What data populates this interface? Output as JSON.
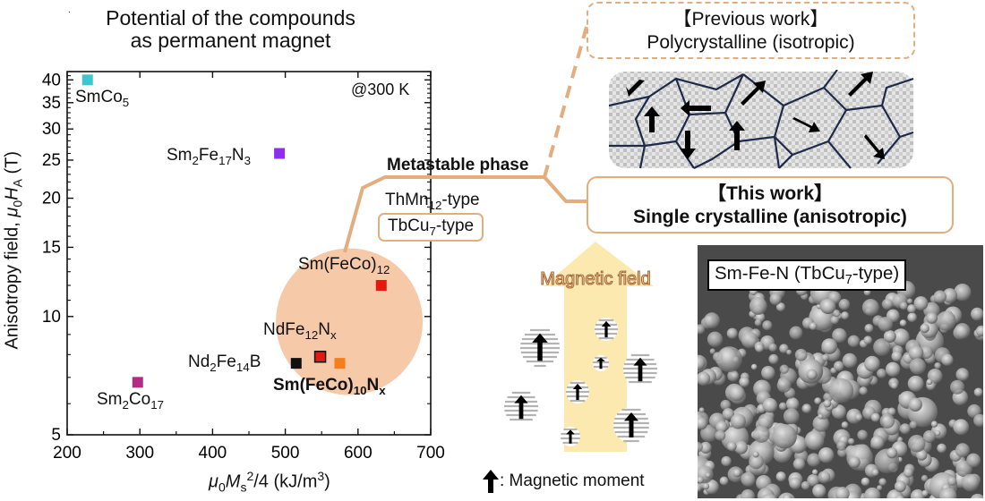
{
  "chart_data": {
    "type": "scatter",
    "title": "Potential of the compounds as permanent magnet",
    "title_lines": [
      "Potential of the compounds",
      "as permanent magnet"
    ],
    "xlabel": "μ0Ms²/4 (kJ/m³)",
    "ylabel": "Anisotropy field, μ0HA (T)",
    "xlim": [
      200,
      700
    ],
    "ylim": [
      5,
      42
    ],
    "y_scale": "log",
    "x_ticks": [
      200,
      300,
      400,
      500,
      600,
      700
    ],
    "y_ticks": [
      5,
      10,
      15,
      20,
      25,
      30,
      35,
      40
    ],
    "annotation": "@300 K",
    "points": [
      {
        "label": "SmCo5",
        "label_main": "SmCo",
        "label_sub": "5",
        "x": 228,
        "y": 40,
        "color": "#3cc6cf"
      },
      {
        "label": "Sm2Fe17N3",
        "x": 492,
        "y": 26,
        "color": "#8e2ff0"
      },
      {
        "label": "Sm(FeCo)12",
        "x": 632,
        "y": 12,
        "color": "#e41a10"
      },
      {
        "label": "NdFe12Nx",
        "x": 548,
        "y": 7.9,
        "color": "#e41a10"
      },
      {
        "label": "Nd2Fe14B",
        "x": 515,
        "y": 7.6,
        "color": "#111111"
      },
      {
        "label": "Sm(FeCo)10Nx",
        "x": 575,
        "y": 7.6,
        "color": "#f57c1f"
      },
      {
        "label": "Sm2Co17",
        "x": 297,
        "y": 6.8,
        "color": "#b22b84"
      }
    ],
    "highlight_circle_color": "#f6c9a9"
  },
  "annotations": {
    "metastable": "Metastable phase",
    "thmn": "ThMn12-type",
    "thmn_main": "ThMn",
    "thmn_sub": "12",
    "thmn_tail": "-type",
    "tbcu": "TbCu7-type",
    "tbcu_main": "TbCu",
    "tbcu_sub": "7",
    "tbcu_tail": "-type"
  },
  "previous_work": {
    "title": "【Previous work】",
    "subtitle": "Polycrystalline (isotropic)"
  },
  "this_work": {
    "title": "【This work】",
    "subtitle": "Single crystalline (anisotropic)"
  },
  "magnetic_field_label": "Magnetic field",
  "legend_moment": ": Magnetic moment",
  "sem_label": "Sm-Fe-N (TbCu7-type)",
  "sem_label_main": "Sm-Fe-N (TbCu",
  "sem_label_sub": "7",
  "sem_label_tail": "-type)",
  "colors": {
    "accent": "#e3ad7e",
    "arrow_fill": "#fbe9b0",
    "circle": "#f6c9a9"
  }
}
